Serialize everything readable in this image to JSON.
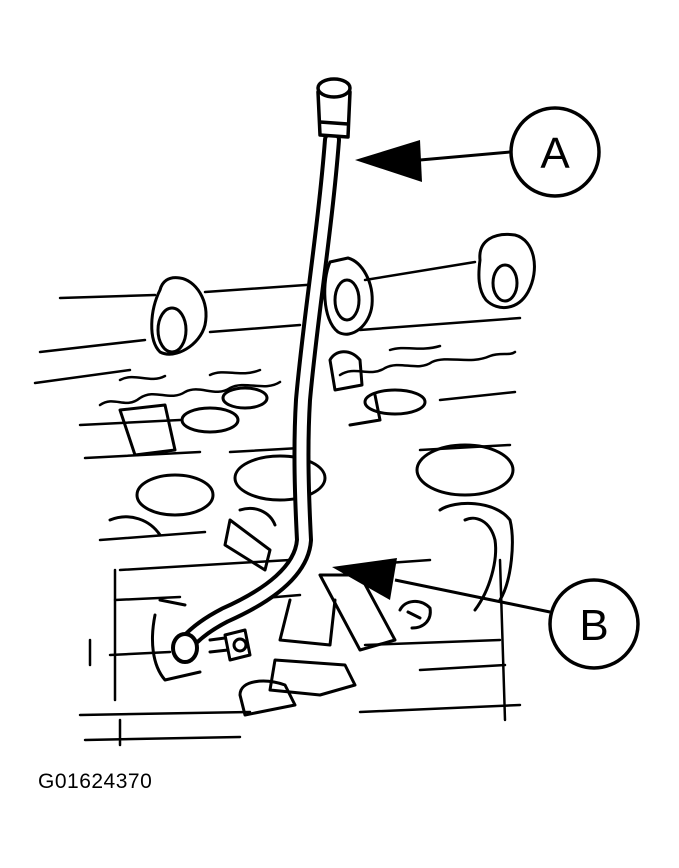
{
  "callouts": [
    {
      "letter": "A"
    },
    {
      "letter": "B"
    }
  ],
  "figure_id": "G01624370"
}
